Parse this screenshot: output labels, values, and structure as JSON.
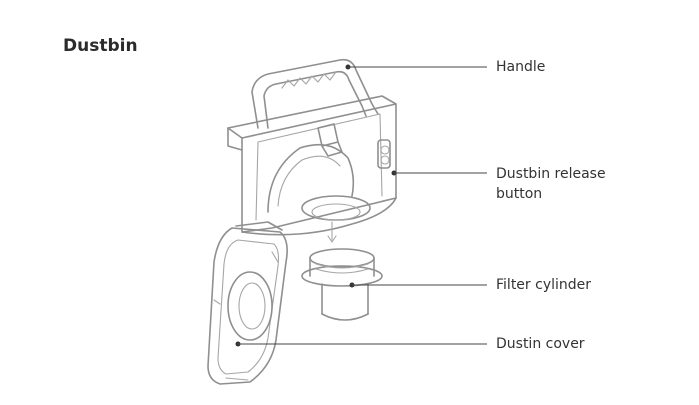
{
  "title": "Dustbin",
  "callouts": [
    {
      "id": "handle",
      "label": "Handle"
    },
    {
      "id": "release",
      "label_lines": [
        "Dustbin release",
        "button"
      ]
    },
    {
      "id": "filter",
      "label": "Filter cylinder"
    },
    {
      "id": "cover",
      "label": "Dustin cover"
    }
  ],
  "colors": {
    "line_art": "#8f8f8f",
    "leader": "#444444",
    "text": "#333333"
  }
}
